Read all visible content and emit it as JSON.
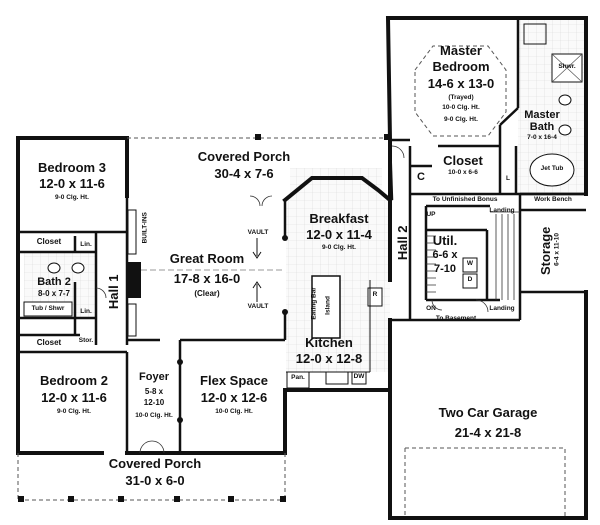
{
  "rooms": {
    "master_bedroom": {
      "name": "Master Bedroom",
      "line1": "Master",
      "line2": "Bedroom",
      "size": "14-6 x 13-0",
      "note": "(Trayed)",
      "ceiling": "10-0 Clg. Ht.",
      "ceiling2": "9-0 Clg. Ht."
    },
    "master_bath": {
      "line1": "Master",
      "line2": "Bath",
      "size": "7-0 x 16-4"
    },
    "shower": "Shwr.",
    "closet_master": {
      "name": "Closet",
      "size": "10-0 x 6-6"
    },
    "jet_tub": "Jet Tub",
    "c_mark": "C",
    "l_mark": "L",
    "work_bench": "Work Bench",
    "to_unfinished_bonus": "To Unfinished Bonus",
    "landing": "Landing",
    "to_basement": "To Basement",
    "up_mark": "UP",
    "on_mark": "ON",
    "storage": {
      "name": "Storage",
      "size": "6-4 x 11-10"
    },
    "utility": {
      "name": "Util.",
      "size1": "6-6 x",
      "size2": "7-10",
      "w": "W",
      "d": "D"
    },
    "hall2": "Hall 2",
    "garage": {
      "name": "Two Car Garage",
      "size": "21-4 x 21-8"
    },
    "bedroom3": {
      "name": "Bedroom 3",
      "size": "12-0 x 11-6",
      "ceiling": "9-0 Clg. Ht."
    },
    "covered_porch_rear": {
      "name": "Covered Porch",
      "size": "30-4 x 7-6"
    },
    "breakfast": {
      "name": "Breakfast",
      "size": "12-0 x 11-4",
      "ceiling": "9-0 Clg. Ht."
    },
    "great_room": {
      "name": "Great Room",
      "size": "17-8 x 16-0",
      "note": "(Clear)"
    },
    "vault": "VAULT",
    "built_ins": "BUILT-INS",
    "closet": "Closet",
    "lin": "Lin.",
    "bath2": {
      "name": "Bath 2",
      "size": "8-0 x 7-7"
    },
    "tub_shwr": "Tub / Shwr",
    "hall1": "Hall 1",
    "stor": "Stor.",
    "eating_bar": "Eating Bar",
    "island": "Island",
    "r_mark": "R",
    "kitchen": {
      "name": "Kitchen",
      "size": "12-0 x 12-8"
    },
    "pan": "Pan.",
    "dw": "DW",
    "bedroom2": {
      "name": "Bedroom 2",
      "size": "12-0 x 11-6",
      "ceiling": "9-0 Clg. Ht."
    },
    "foyer": {
      "name": "Foyer",
      "size1": "5-8 x",
      "size2": "12-10",
      "ceiling": "10-0 Clg. Ht."
    },
    "flex": {
      "name": "Flex Space",
      "size": "12-0 x 12-6",
      "ceiling": "10-0 Clg. Ht."
    },
    "covered_porch_front": {
      "name": "Covered Porch",
      "size": "31-0 x 6-0"
    }
  }
}
